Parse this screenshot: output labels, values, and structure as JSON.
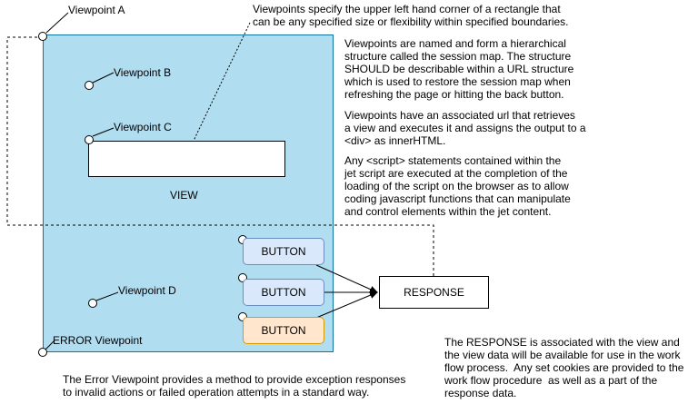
{
  "viewpoints": {
    "a": "Viewpoint A",
    "b": "Viewpoint B",
    "c": "Viewpoint C",
    "d": "Viewpoint D",
    "error": "ERROR Viewpoint"
  },
  "view_label": "VIEW",
  "buttons": {
    "b1": "BUTTON",
    "b2": "BUTTON",
    "b3": "BUTTON"
  },
  "response_label": "RESPONSE",
  "notes": {
    "viewpoint_corner": "Viewpoints specify the upper left hand corner of a rectangle that\ncan be any specified size or flexibility within specified boundaries.",
    "session_map": "Viewpoints are named and form a hierarchical\nstructure called the session map. The structure\nSHOULD be describable within a URL structure\nwhich is used to restore the session map when\nrefreshing the page or hitting the back button.",
    "url": "Viewpoints have an associated url that retrieves\na view and executes it and assigns the output to a\n<div> as innerHTML.",
    "script": "Any <script> statements contained within the\njet script are executed at the completion of the\nloading of the script on the browser as to allow\ncoding javascript functions that can manipulate\nand control elements within the jet content.",
    "response": "The RESPONSE is associated with the view and\nthe view data will be available for use in the work\nflow process.  Any set cookies are provided to the\nwork flow procedure  as well as a part of the\nresponse data.",
    "error": "The Error Viewpoint provides a method to provide exception responses\nto invalid actions or failed operation attempts in a standard way."
  }
}
